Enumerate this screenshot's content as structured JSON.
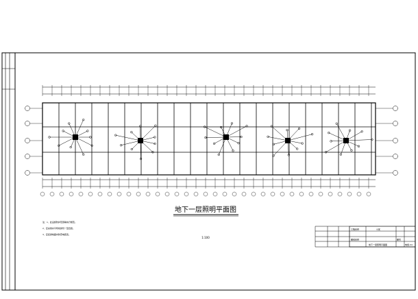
{
  "drawing": {
    "title": "地下一层照明平面图",
    "scale": "1:100",
    "notes": [
      "注：1、此设施防护范围等执行规范。",
      "2、应采用水平导线穿管一至四层。",
      "3、应接通地面内防雷电装置。"
    ]
  },
  "title_block": {
    "project_label": "工程名称",
    "project_value": "小区",
    "sheet_label": "图纸名称",
    "sheet_value": "地下一层照明平面图",
    "sheet_no_label": "图号",
    "sheet_no_value": "电施-04"
  },
  "colors": {
    "line": "#000000",
    "background": "#ffffff"
  }
}
